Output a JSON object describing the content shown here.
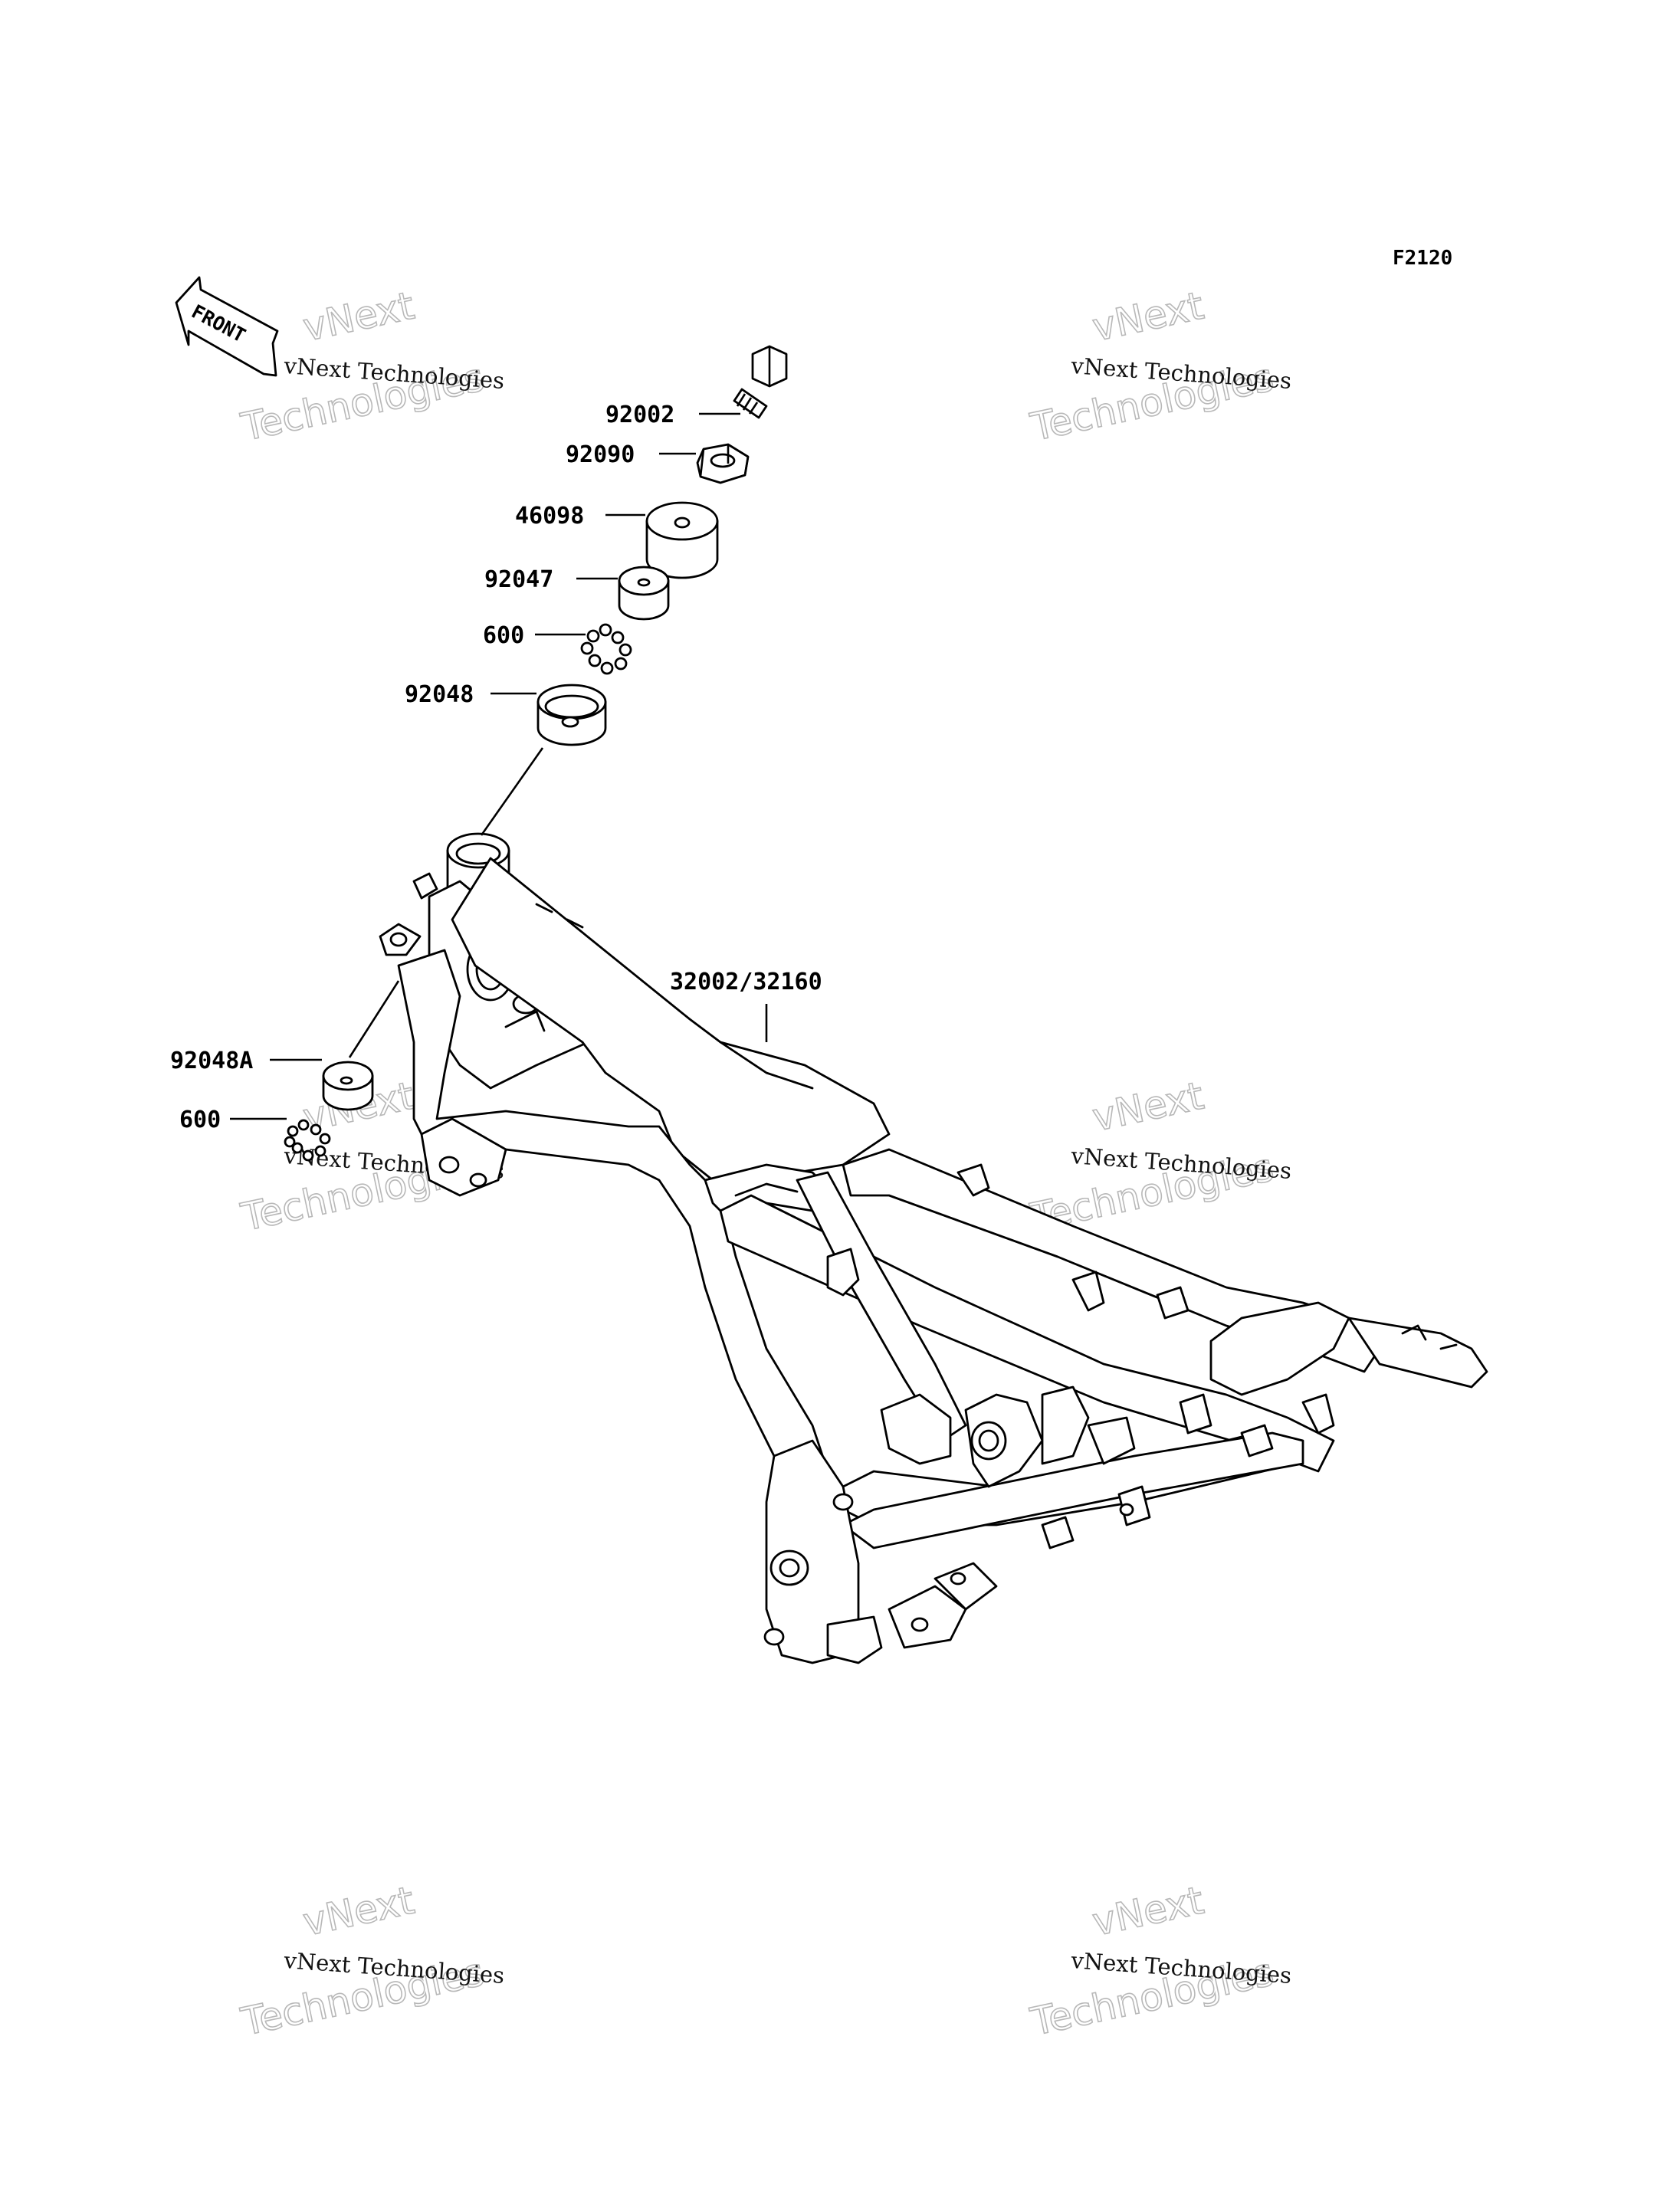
{
  "diagram_code": "F2120",
  "front_arrow": {
    "label": "FRONT",
    "icon": "front-direction-arrow-icon"
  },
  "watermark": {
    "line1": "vNext",
    "line2": "Technologies",
    "caption": "vNext Technologies"
  },
  "callouts": {
    "c92002": "92002",
    "c92090": "92090",
    "c46098": "46098",
    "c92047": "92047",
    "c600_top": "600",
    "c92048": "92048",
    "c32002": "32002/32160",
    "c92048A": "92048A",
    "c600_bottom": "600"
  },
  "colors": {
    "ink": "#000000",
    "watermark_outline": "#b8b8b8",
    "background": "#ffffff"
  }
}
